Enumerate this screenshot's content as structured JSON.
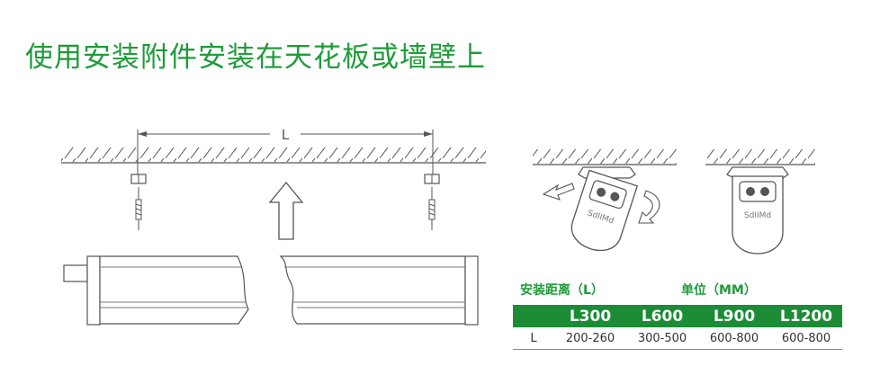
{
  "page": {
    "title": "使用安装附件安装在天花板或墙壁上"
  },
  "diagram": {
    "dimension_label": "L",
    "brand_mark": "SdIIMd"
  },
  "spec": {
    "distance_label": "安装距离（L）",
    "unit_label": "单位（MM）",
    "headers": [
      "",
      "L300",
      "L600",
      "L900",
      "L1200"
    ],
    "rows": [
      [
        "L",
        "200-260",
        "300-500",
        "600-800",
        "600-800"
      ]
    ]
  },
  "colors": {
    "accent_green": "#1f9b3a",
    "table_header_green": "#1c8c36",
    "line_gray": "#555555"
  }
}
